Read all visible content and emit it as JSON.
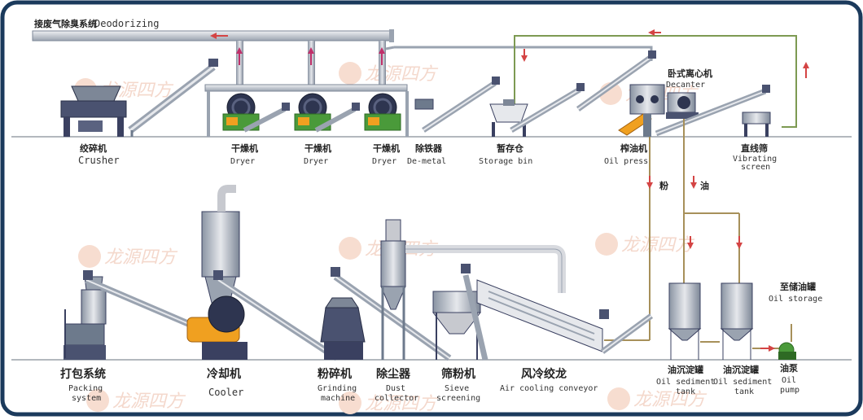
{
  "deodorizing": {
    "cn": "接废气除臭系统",
    "en": "Deodorizing"
  },
  "labels_top": [
    {
      "id": "crusher",
      "cn": "绞碎机",
      "en": "Crusher"
    },
    {
      "id": "dryer-1",
      "cn": "干燥机",
      "en": "Dryer"
    },
    {
      "id": "dryer-2",
      "cn": "干燥机",
      "en": "Dryer"
    },
    {
      "id": "dryer-3",
      "cn": "干燥机",
      "en": "Dryer"
    },
    {
      "id": "de-metal",
      "cn": "除铁器",
      "en": "De-metal"
    },
    {
      "id": "storage-bin",
      "cn": "暂存仓",
      "en": "Storage bin"
    },
    {
      "id": "oil-press",
      "cn": "榨油机",
      "en": "Oil press"
    },
    {
      "id": "vibrating-screen",
      "cn": "直线筛",
      "en": "Vibrating",
      "en2": "screen"
    }
  ],
  "decanter": {
    "cn": "卧式离心机",
    "en": "Decanter"
  },
  "flow_labels": {
    "powder": "粉",
    "oil": "油"
  },
  "labels_bottom": [
    {
      "id": "packing",
      "cn": "打包系统",
      "en": "Packing",
      "en2": "system"
    },
    {
      "id": "cooler",
      "cn": "冷却机",
      "en": "Cooler"
    },
    {
      "id": "grinding",
      "cn": "粉碎机",
      "en": "Grinding",
      "en2": "machine"
    },
    {
      "id": "dust-collector",
      "cn": "除尘器",
      "en": "Dust",
      "en2": "collector"
    },
    {
      "id": "sieve",
      "cn": "筛粉机",
      "en": "Sieve",
      "en2": "screening"
    },
    {
      "id": "air-cooling",
      "cn": "风冷绞龙",
      "en": "Air cooling conveyor"
    }
  ],
  "tanks": [
    {
      "id": "sediment-1",
      "cn": "油沉淀罐",
      "en": "Oil sediment",
      "en2": "tank"
    },
    {
      "id": "sediment-2",
      "cn": "油沉淀罐",
      "en": "Oil sediment",
      "en2": "tank"
    }
  ],
  "oil_storage": {
    "cn": "至储油罐",
    "en": "Oil storage"
  },
  "oil_pump": {
    "cn": "油泵",
    "en": "Oil",
    "en2": "pump"
  },
  "watermark": "龙源四方",
  "colors": {
    "frame": "#1b3a5c",
    "machine": "#6d7a8c",
    "pipe": "#c7c9cf",
    "oil_line": "#a7905a",
    "air_line": "#7d9a52",
    "accent_orange": "#f0a020",
    "accent_green": "#4a9a3a",
    "arrow_red": "#d44444"
  }
}
